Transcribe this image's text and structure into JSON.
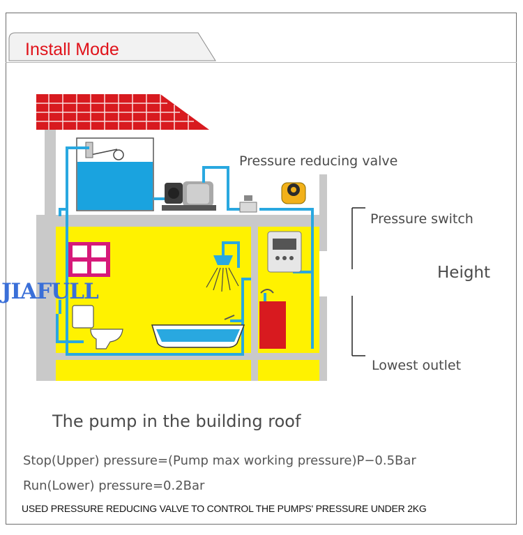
{
  "header": {
    "title": "Install Mode"
  },
  "diagram": {
    "brand_text": "JIAFULL",
    "labels": {
      "pressure_reducing_valve": "Pressure reducing valve",
      "pressure_switch": "Pressure switch",
      "height": "Height",
      "lowest_outlet": "Lowest outlet"
    },
    "caption": "The pump in the building roof"
  },
  "formulas": {
    "stop": "Stop(Upper) pressure=(Pump max working pressure)P−0.5Bar",
    "run": "Run(Lower) pressure=0.2Bar"
  },
  "note": "USED PRESSURE REDUCING VALVE TO CONTROL THE PUMPS' PRESSURE UNDER 2KG",
  "colors": {
    "title_red": "#e0121a",
    "roof_red": "#d81a1f",
    "wall_yellow": "#fff200",
    "pipe_blue": "#29a8e0",
    "water_blue": "#1aa3df",
    "building_gray": "#c9c9c9",
    "window_magenta": "#d6197a",
    "brand_blue": "#3a6fd8"
  }
}
